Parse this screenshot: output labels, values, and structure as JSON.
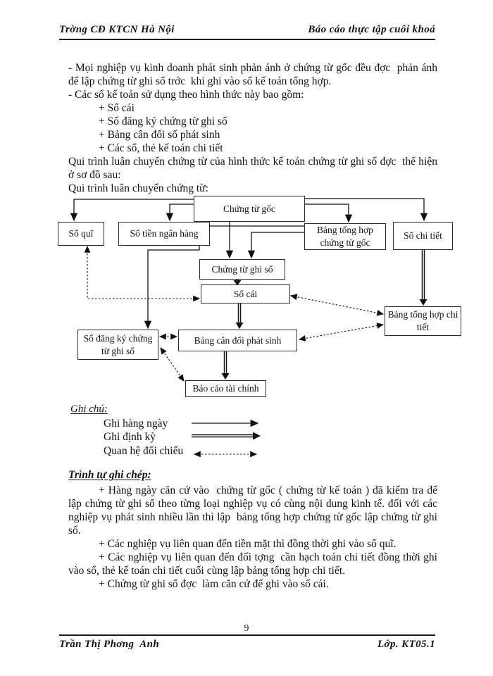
{
  "header": {
    "left": "Trờng   CĐ KTCN Hà Nội",
    "right": "Báo cáo thực tập cuối khoá"
  },
  "intro": {
    "para1": "- Mọi nghiệp vụ kinh doanh phát sinh phản ánh ở chứng từ gốc đều đợc   phản ánh để lập chứng từ ghi sổ trớc   khi ghi vào sổ kế toán tổng hợp.",
    "para2": "- Các sổ kế toán sử dụng theo hình thức này bao gồm:",
    "list": [
      "+ Sổ cái",
      "+ Sổ đăng ký chứng từ ghi sổ",
      "+ Bảng cân đối số phát sinh",
      "+ Các sổ, thẻ kế toán chi tiết"
    ],
    "para3": "Qui trình luân chuyển chứng từ của hình thức kế toán chứng từ ghi sổ đợc   thể hiện ở sơ đồ sau:",
    "para4": "Qui trình luân chuyển chứng từ:"
  },
  "diagram": {
    "boxes": {
      "chung_tu_goc": "Chứng từ gốc",
      "so_qui": "Sổ quĩ",
      "so_tien_ngan_hang": "Sổ tiền ngân hàng",
      "bang_tong_hop_chung_tu_goc": "Bảng tổng hợp chứng từ gốc",
      "so_chi_tiet": "Sổ chi tiết",
      "chung_tu_ghi_so": "Chứng từ ghi sổ",
      "so_cai": "Sổ cái",
      "bang_tong_hop_chi_tiet": "Bảng tổng hợp chi tiết",
      "so_dang_ky": "Sổ đăng ký chứng từ ghi sổ",
      "bang_can_doi": "Bảng cân đối phát sinh",
      "bao_cao_tai_chinh": "Báo cáo tài chính"
    }
  },
  "legend": {
    "title": "Ghi chú:",
    "items": [
      {
        "label": "Ghi hàng ngày",
        "line": "solid-thin"
      },
      {
        "label": "Ghi định kỳ",
        "line": "solid-thick"
      },
      {
        "label": "Quan hệ đối chiếu",
        "line": "dashed-double"
      }
    ]
  },
  "procedure": {
    "title": "Trình tự ghi chép:",
    "paras": [
      "+ Hàng ngày căn cứ vào  chứng từ gốc ( chứng từ kế toán ) đã kiểm tra để lập chứng từ ghi sổ theo từng loại nghiệp vụ có cùng nội dung kinh tế. đối với các nghiệp vụ phát sinh nhiều lần thì lập  bảng tổng hợp chứng từ gốc lập chứng từ ghi sổ.",
      "+ Các nghiệp vụ liên quan đến tiền mặt thì đồng thời ghi vào sổ quĩ.",
      "+ Các nghiệp vụ liên quan đến đối tợng   cần hạch toán chi tiết đồng thời ghi vào sổ, thẻ kế toán chi tiết cuối cùng lập bảng tổng hợp chi tiết.",
      "+ Chứng từ ghi sổ đợc   làm căn cứ để ghi vào sổ cái."
    ]
  },
  "footer": {
    "left": "Trần Thị Phơng  Anh",
    "page_number": "9",
    "right": "Lớp. KT05.1"
  }
}
